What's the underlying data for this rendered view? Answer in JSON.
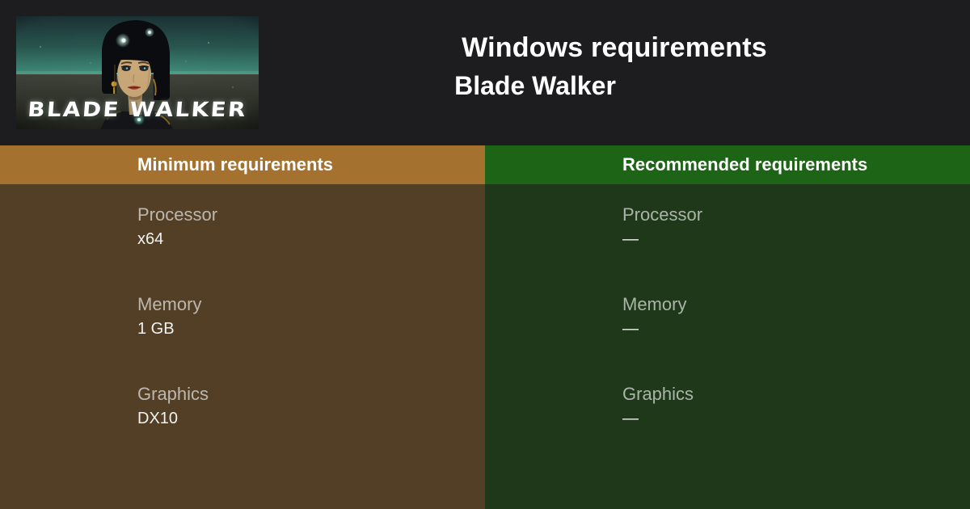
{
  "header": {
    "title": "Windows requirements",
    "game_title": "Blade Walker",
    "banner_title": "BLADE WALKER"
  },
  "columns": [
    {
      "header": "Minimum requirements",
      "accent_color": "#a4722e",
      "body_color": "#523f25",
      "specs": [
        {
          "label": "Processor",
          "value": "x64"
        },
        {
          "label": "Memory",
          "value": "1 GB"
        },
        {
          "label": "Graphics",
          "value": "DX10"
        }
      ]
    },
    {
      "header": "Recommended requirements",
      "accent_color": "#1e6416",
      "body_color": "#1f3819",
      "specs": [
        {
          "label": "Processor",
          "value": "—"
        },
        {
          "label": "Memory",
          "value": "—"
        },
        {
          "label": "Graphics",
          "value": "—"
        }
      ]
    }
  ],
  "colors": {
    "page_background": "#1d1d1f",
    "title_text": "#ffffff",
    "spec_label": "rgba(255,255,255,0.62)",
    "spec_value": "#f2f2f0"
  }
}
